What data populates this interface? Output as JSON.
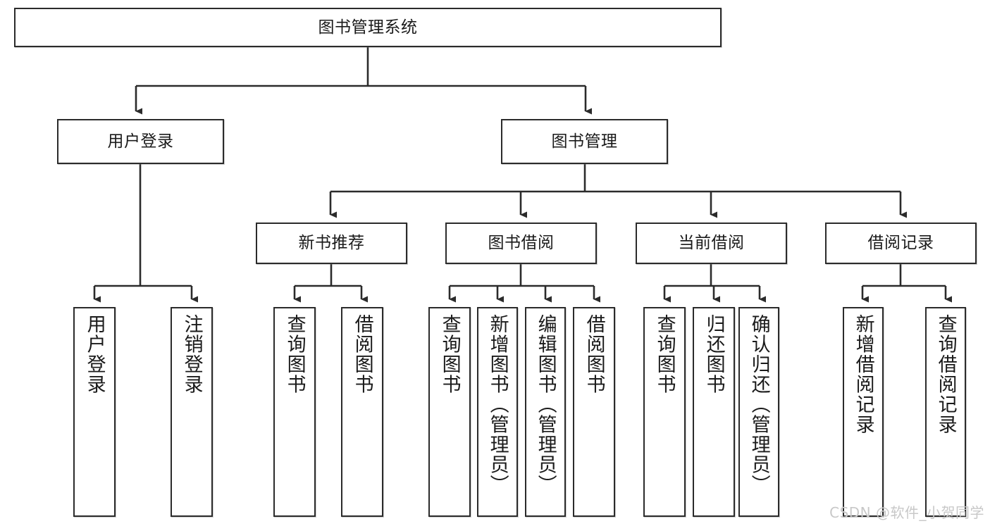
{
  "diagram": {
    "title_text": "图书管理系统",
    "watermark": "CSDN @软件_小贺同学",
    "line_color": "#2b2b2b",
    "box_border_color": "#2b2b2b",
    "box_fill_color": "#ffffff",
    "text_color": "#1a1a1a",
    "watermark_color": "#c8c8c8"
  },
  "nodes": {
    "root": {
      "label": "图书管理系统"
    },
    "level2": [
      {
        "label": "用户登录"
      },
      {
        "label": "图书管理"
      }
    ],
    "level3": [
      {
        "label": "新书推荐"
      },
      {
        "label": "图书借阅"
      },
      {
        "label": "当前借阅"
      },
      {
        "label": "借阅记录"
      }
    ],
    "leaves": {
      "user_login": [
        {
          "label": "用户登录"
        },
        {
          "label": "注销登录"
        }
      ],
      "new_book_recommend": [
        {
          "label": "查询图书"
        },
        {
          "label": "借阅图书"
        }
      ],
      "book_borrow": [
        {
          "label": "查询图书"
        },
        {
          "label": "新增图书（管理员）"
        },
        {
          "label": "编辑图书（管理员）"
        },
        {
          "label": "借阅图书"
        }
      ],
      "current_borrow": [
        {
          "label": "查询图书"
        },
        {
          "label": "归还图书"
        },
        {
          "label": "确认归还（管理员）"
        }
      ],
      "borrow_record": [
        {
          "label": "新增借阅记录"
        },
        {
          "label": "查询借阅记录"
        }
      ]
    }
  }
}
